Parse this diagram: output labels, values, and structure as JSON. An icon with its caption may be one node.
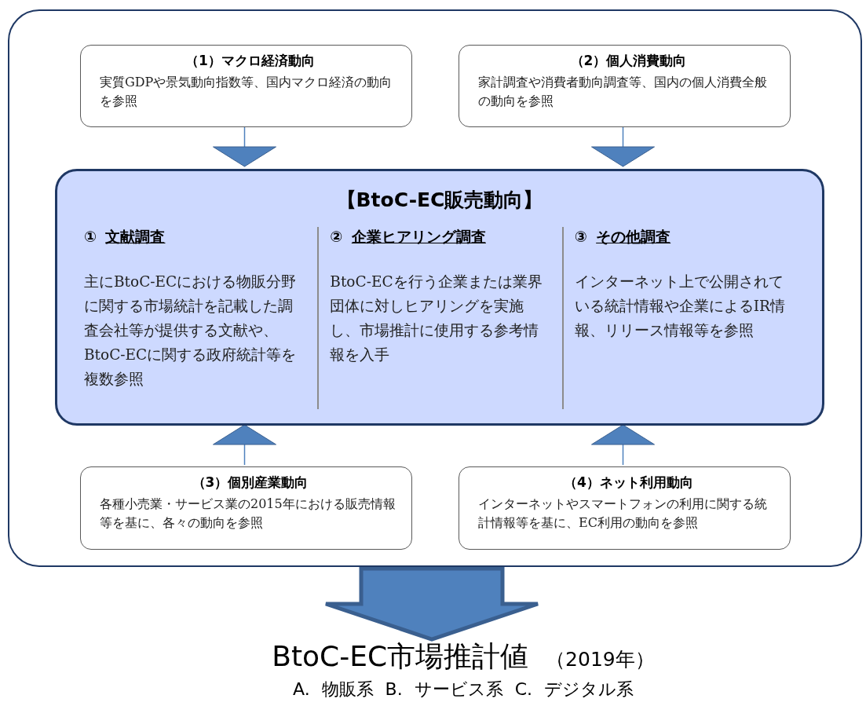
{
  "diagram": {
    "nodes": [
      {
        "text": [],
        "shape": "box"
      },
      {
        "text": [
          "（1）マクロ経済動向",
          "実質GDPや景気動向指数等、国内マクロ経済の動向を参照"
        ],
        "in": 0
      },
      {
        "text": [
          "（2）個人消費動向",
          "家計調査や消費者動向調査等、国内の個人消費全般の動向を参照"
        ],
        "in": 0
      },
      {
        "text": [
          "【BtoC-EC販売動向】",
          "① 文献調査",
          "主にBtoC-ECにおける物販分野に関する市場統計を記載した調査会社等が提供する文献や、BtoC-ECに関する政府統計等を複数参照",
          "② 企業ヒアリング調査",
          "BtoC-ECを行う企業または業界団体に対しヒアリングを実施し、市場推計に使用する参考情報を入手",
          "③ その他調査",
          "インターネット上で公開されている統計情報や企業によるIR情報、リリース情報等を参照"
        ],
        "in": 0
      },
      {
        "text": [
          "（3）個別産業動向",
          "各種小売業・サービス業の2015年における販売情報等を基に、各々の動向を参照"
        ],
        "in": 0
      },
      {
        "text": [
          "（4）ネット利用動向",
          "インターネットやスマートフォンの利用に関する統計情報等を基に、EC利用の動向を参照"
        ],
        "in": 0
      },
      {
        "text": [
          "BtoC-EC市場推計値",
          "（2019年）",
          "A. 物販系 B. サービス系 C. デジタル系"
        ]
      }
    ],
    "edges": [
      {
        "from": 1,
        "to": 3,
        "arrow": "to"
      },
      {
        "from": 2,
        "to": 3,
        "arrow": "to"
      },
      {
        "from": 4,
        "to": 3,
        "arrow": "to"
      },
      {
        "from": 5,
        "to": 3,
        "arrow": "to"
      },
      {
        "from": 0,
        "to": 6,
        "arrow": "to",
        "style": "thick"
      }
    ]
  }
}
